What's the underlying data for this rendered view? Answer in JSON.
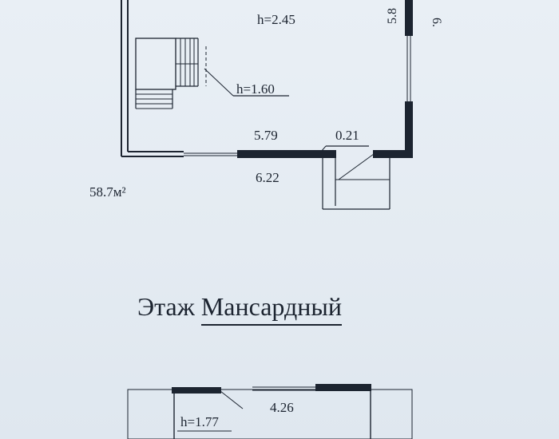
{
  "floor_plan_upper": {
    "ceiling_height": "h=2.45",
    "stair_height": "h=1.60",
    "dim_inner": "5.79",
    "dim_wall": "0.21",
    "dim_outer": "6.22",
    "dim_right_inner": "5.8",
    "dim_right_outer": "6.",
    "area": "58.7м²"
  },
  "section_title": {
    "word1": "Этаж",
    "word2": "Мансардный"
  },
  "floor_plan_lower": {
    "room_height": "h=1.77",
    "dim_width": "4.26"
  },
  "colors": {
    "line": "#1c2430",
    "paper": "#e6edf3"
  }
}
